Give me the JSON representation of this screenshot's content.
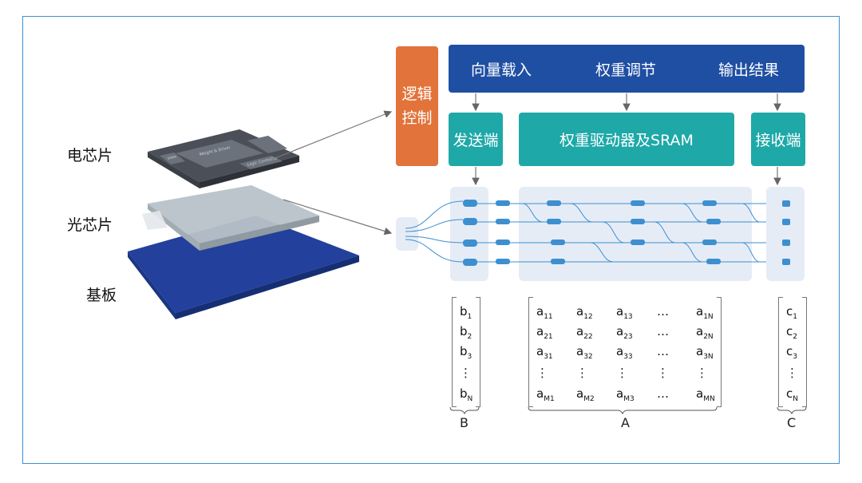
{
  "left_labels": {
    "elec": "电芯片",
    "photonic": "光芯片",
    "substrate": "基板"
  },
  "chip_text": [
    "Logic Controller",
    "Weight & Driver",
    "SRAM"
  ],
  "logic_box": [
    "逻辑",
    "控制"
  ],
  "top_bar": {
    "a": "向量载入",
    "b": "权重调节",
    "c": "输出结果"
  },
  "mid": {
    "send": "发送端",
    "weight": "权重驱动器及SRAM",
    "recv": "接收端"
  },
  "vec_b": {
    "items": [
      "b",
      "b",
      "b",
      "⋮",
      "b"
    ],
    "subs": [
      "1",
      "2",
      "3",
      "",
      "N"
    ],
    "label": "B"
  },
  "mat_a": {
    "rows": [
      [
        [
          "a",
          "11"
        ],
        [
          "a",
          "12"
        ],
        [
          "a",
          "13"
        ],
        [
          "…",
          ""
        ],
        [
          "a",
          "1N"
        ]
      ],
      [
        [
          "a",
          "21"
        ],
        [
          "a",
          "22"
        ],
        [
          "a",
          "23"
        ],
        [
          "…",
          ""
        ],
        [
          "a",
          "2N"
        ]
      ],
      [
        [
          "a",
          "31"
        ],
        [
          "a",
          "32"
        ],
        [
          "a",
          "33"
        ],
        [
          "…",
          ""
        ],
        [
          "a",
          "3N"
        ]
      ],
      [
        [
          "⋮",
          ""
        ],
        [
          "⋮",
          ""
        ],
        [
          "⋮",
          ""
        ],
        [
          "⋮",
          ""
        ],
        [
          "⋮",
          ""
        ]
      ],
      [
        [
          "a",
          "M1"
        ],
        [
          "a",
          "M2"
        ],
        [
          "a",
          "M3"
        ],
        [
          "…",
          ""
        ],
        [
          "a",
          "MN"
        ]
      ]
    ],
    "label": "A"
  },
  "vec_c": {
    "items": [
      "c",
      "c",
      "c",
      "⋮",
      "c"
    ],
    "subs": [
      "1",
      "2",
      "3",
      "",
      "N"
    ],
    "label": "C"
  },
  "colors": {
    "blue": "#1f4fa3",
    "orange": "#e2733a",
    "teal": "#1fa8a8",
    "frame": "#3d8fd0"
  }
}
